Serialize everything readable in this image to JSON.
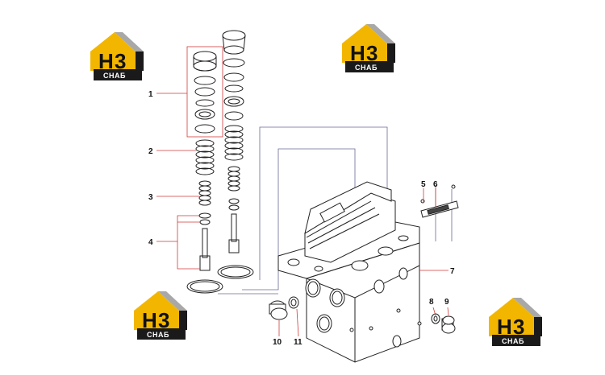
{
  "diagram": {
    "part_labels": [
      "1",
      "2",
      "3",
      "4",
      "5",
      "6",
      "7",
      "8",
      "9",
      "10",
      "11"
    ]
  },
  "logo": {
    "letter": "H",
    "digit": "3",
    "subtitle": "СНАБ",
    "colors": {
      "accent": "#f2b600",
      "dark": "#1a1a1a",
      "gray": "#a8a8a8"
    }
  },
  "colors": {
    "leader_red": "#d33a3a",
    "leader_blue": "#6a6a9a",
    "line": "#222222"
  }
}
